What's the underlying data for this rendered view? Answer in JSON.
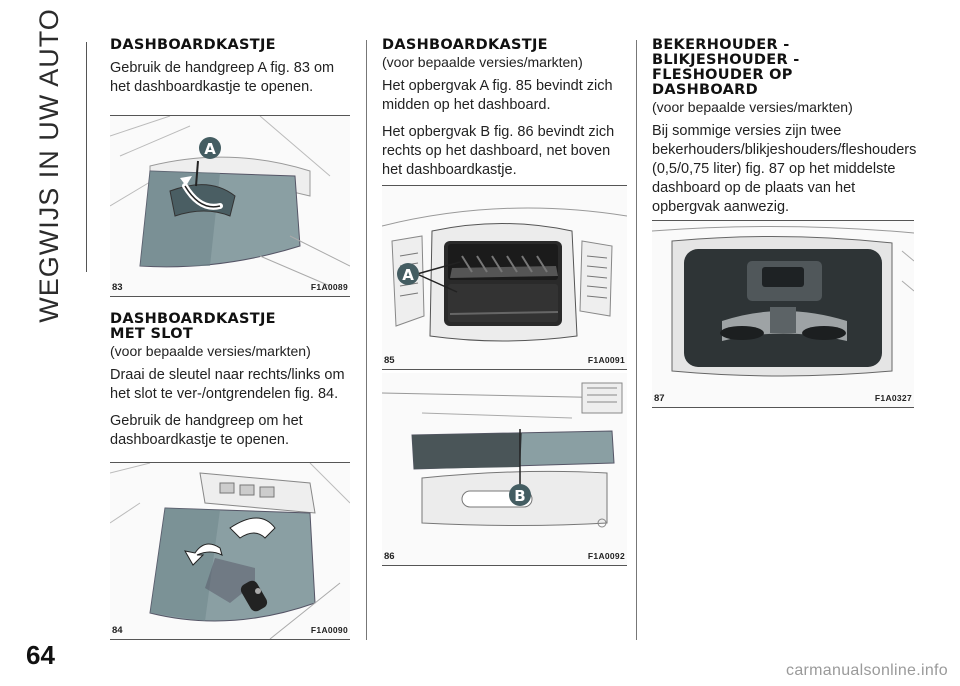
{
  "page": {
    "side_title": "WEGWIJS IN UW AUTO",
    "page_number": "64",
    "watermark": "carmanualsonline.info"
  },
  "col1": {
    "s1": {
      "heading": "DASHBOARDKASTJE",
      "p1": "Gebruik de handgreep A fig. 83 om het dashboardkastje te openen."
    },
    "fig83": {
      "num": "83",
      "code": "F1A0089",
      "label": "A"
    },
    "s2": {
      "heading_l1": "DASHBOARDKASTJE",
      "heading_l2": "MET SLOT",
      "subtitle": "(voor bepaalde versies/markten)",
      "p1": "Draai de sleutel naar rechts/links om het slot te ver-/ontgrendelen fig. 84.",
      "p2": "Gebruik de handgreep om het dashboardkastje te openen."
    },
    "fig84": {
      "num": "84",
      "code": "F1A0090"
    }
  },
  "col2": {
    "s1": {
      "heading": "DASHBOARDKASTJE",
      "subtitle": "(voor bepaalde versies/markten)",
      "p1": "Het opbergvak A fig. 85 bevindt zich midden op het dashboard.",
      "p2": "Het opbergvak B fig. 86 bevindt zich rechts op het dashboard, net boven het dashboardkastje."
    },
    "fig85": {
      "num": "85",
      "code": "F1A0091",
      "label": "A"
    },
    "fig86": {
      "num": "86",
      "code": "F1A0092",
      "label": "B"
    }
  },
  "col3": {
    "s1": {
      "heading_l1": "BEKERHOUDER -",
      "heading_l2": "BLIKJESHOUDER -",
      "heading_l3": "FLESHOUDER OP",
      "heading_l4": "DASHBOARD",
      "subtitle": "(voor bepaalde versies/markten)",
      "p1": "Bij sommige versies zijn twee bekerhouders/blikjeshouders/fleshouders (0,5/0,75 liter) fig. 87 op het middelste dashboard op de plaats van het opbergvak aanwezig."
    },
    "fig87": {
      "num": "87",
      "code": "F1A0327"
    }
  }
}
